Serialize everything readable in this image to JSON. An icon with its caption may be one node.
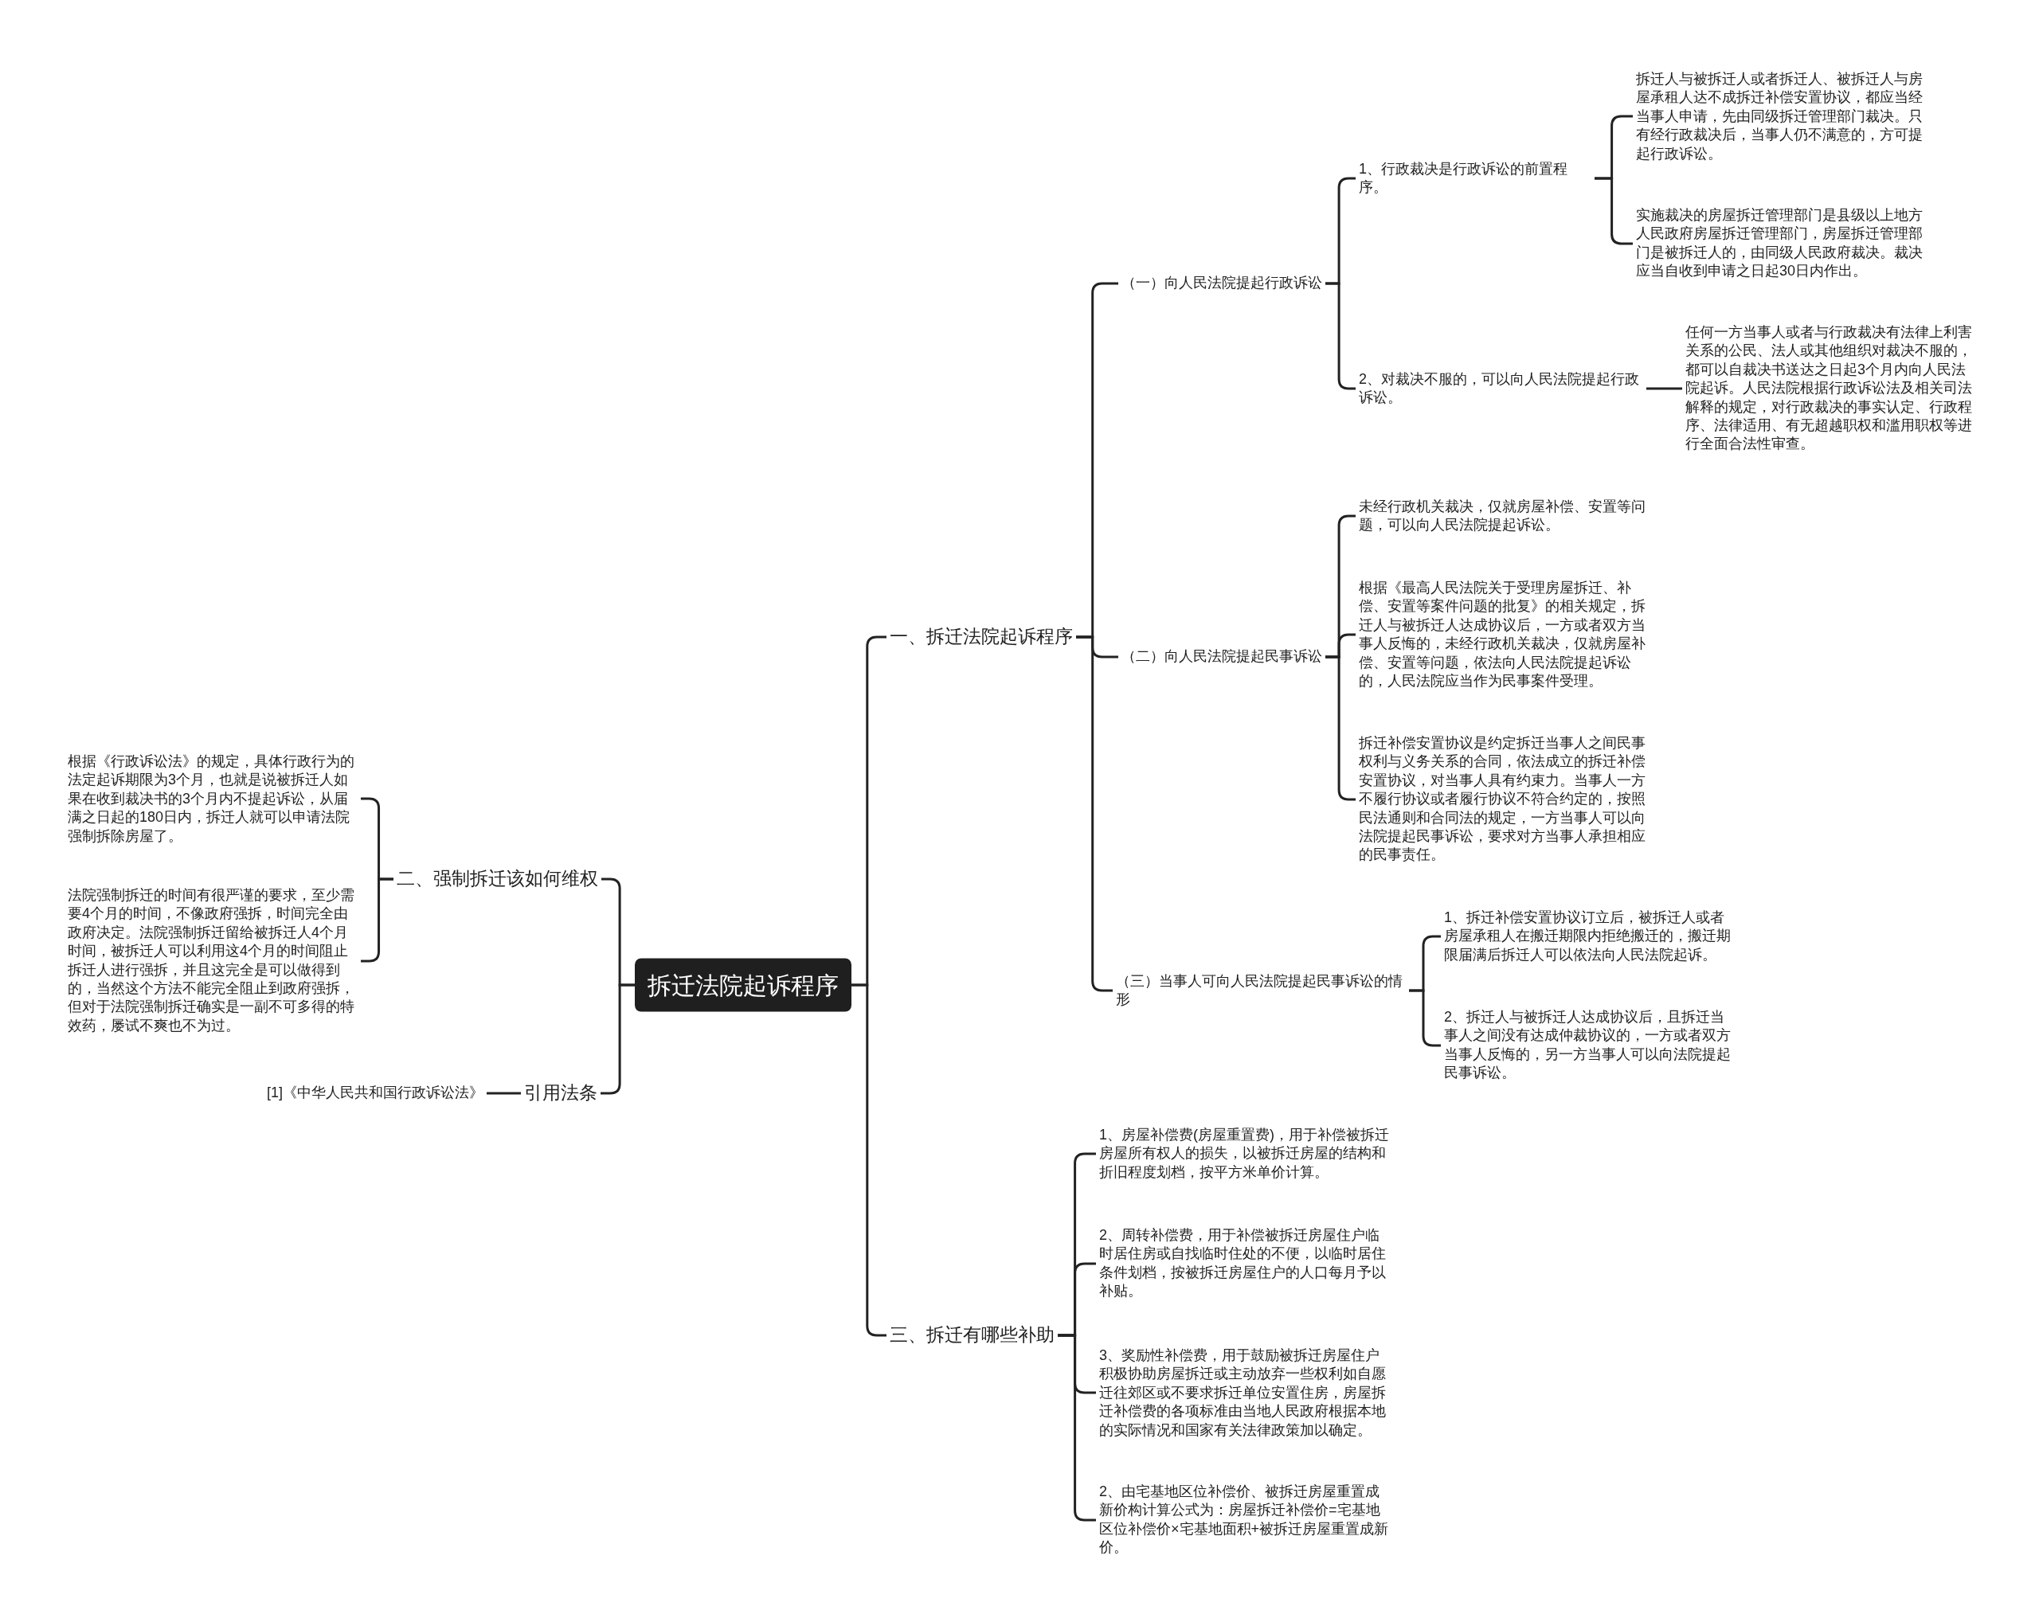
{
  "diagram": {
    "nodes": [
      {
        "text": [
          "拆迁法院起诉程序"
        ]
      },
      {
        "text": [
          "一、拆迁法院起诉程序"
        ]
      },
      {
        "text": [
          "（一）向人民法院提起行政诉讼"
        ]
      },
      {
        "text": [
          "1、行政裁决是行政诉讼的前置程序。"
        ]
      },
      {
        "text": [
          "拆迁人与被拆迁人或者拆迁人、被拆迁人与房屋承租人达不成拆迁补偿安置协议，都应当经当事人申请，先由同级拆迁管理部门裁决。只有经行政裁决后，当事人仍不满意的，方可提起行政诉讼。"
        ]
      },
      {
        "text": [
          "实施裁决的房屋拆迁管理部门是县级以上地方人民政府房屋拆迁管理部门，房屋拆迁管理部门是被拆迁人的，由同级人民政府裁决。裁决应当自收到申请之日起30日内作出。"
        ]
      },
      {
        "text": [
          "2、对裁决不服的，可以向人民法院提起行政诉讼。"
        ]
      },
      {
        "text": [
          "任何一方当事人或者与行政裁决有法律上利害关系的公民、法人或其他组织对裁决不服的，都可以自裁决书送达之日起3个月内向人民法院起诉。人民法院根据行政诉讼法及相关司法解释的规定，对行政裁决的事实认定、行政程序、法律适用、有无超越职权和滥用职权等进行全面合法性审查。"
        ]
      },
      {
        "text": [
          "（二）向人民法院提起民事诉讼"
        ]
      },
      {
        "text": [
          "未经行政机关裁决，仅就房屋补偿、安置等问题，可以向人民法院提起诉讼。"
        ]
      },
      {
        "text": [
          "根据《最高人民法院关于受理房屋拆迁、补偿、安置等案件问题的批复》的相关规定，拆迁人与被拆迁人达成协议后，一方或者双方当事人反悔的，未经行政机关裁决，仅就房屋补偿、安置等问题，依法向人民法院提起诉讼的，人民法院应当作为民事案件受理。"
        ]
      },
      {
        "text": [
          "拆迁补偿安置协议是约定拆迁当事人之间民事权利与义务关系的合同，依法成立的拆迁补偿安置协议，对当事人具有约束力。当事人一方不履行协议或者履行协议不符合约定的，按照民法通则和合同法的规定，一方当事人可以向法院提起民事诉讼，要求对方当事人承担相应的民事责任。"
        ]
      },
      {
        "text": [
          "（三）当事人可向人民法院提起民事诉讼的情形"
        ]
      },
      {
        "text": [
          "1、拆迁补偿安置协议订立后，被拆迁人或者房屋承租人在搬迁期限内拒绝搬迁的，搬迁期限届满后拆迁人可以依法向人民法院起诉。"
        ]
      },
      {
        "text": [
          "2、拆迁人与被拆迁人达成协议后，且拆迁当事人之间没有达成仲裁协议的，一方或者双方当事人反悔的，另一方当事人可以向法院提起民事诉讼。"
        ]
      },
      {
        "text": [
          "三、拆迁有哪些补助"
        ]
      },
      {
        "text": [
          "1、房屋补偿费(房屋重置费)，用于补偿被拆迁房屋所有权人的损失，以被拆迁房屋的结构和折旧程度划档，按平方米单价计算。"
        ]
      },
      {
        "text": [
          "2、周转补偿费，用于补偿被拆迁房屋住户临时居住房或自找临时住处的不便，以临时居住条件划档，按被拆迁房屋住户的人口每月予以补贴。"
        ]
      },
      {
        "text": [
          "3、奖励性补偿费，用于鼓励被拆迁房屋住户积极协助房屋拆迁或主动放弃一些权利如自愿迁往郊区或不要求拆迁单位安置住房，房屋拆迁补偿费的各项标准由当地人民政府根据本地的实际情况和国家有关法律政策加以确定。"
        ]
      },
      {
        "text": [
          "2、由宅基地区位补偿价、被拆迁房屋重置成新价构计算公式为：房屋拆迁补偿价=宅基地区位补偿价×宅基地面积+被拆迁房屋重置成新价。"
        ]
      },
      {
        "text": [
          "二、强制拆迁该如何维权"
        ]
      },
      {
        "text": [
          "根据《行政诉讼法》的规定，具体行政行为的法定起诉期限为3个月，也就是说被拆迁人如果在收到裁决书的3个月内不提起诉讼，从届满之日起的180日内，拆迁人就可以申请法院强制拆除房屋了。"
        ]
      },
      {
        "text": [
          "法院强制拆迁的时间有很严谨的要求，至少需要4个月的时间，不像政府强拆，时间完全由政府决定。法院强制拆迁留给被拆迁人4个月时间，被拆迁人可以利用这4个月的时间阻止拆迁人进行强拆，并且这完全是可以做得到的，当然这个方法不能完全阻止到政府强拆，但对于法院强制拆迁确实是一副不可多得的特效药，屡试不爽也不为过。"
        ]
      },
      {
        "text": [
          "引用法条"
        ]
      },
      {
        "text": [
          "[1]《中华人民共和国行政诉讼法》"
        ]
      }
    ],
    "edges": [
      {
        "from": 0,
        "to": 1,
        "arrow": "none"
      },
      {
        "from": 0,
        "to": 15,
        "arrow": "none"
      },
      {
        "from": 0,
        "to": 20,
        "arrow": "none"
      },
      {
        "from": 0,
        "to": 23,
        "arrow": "none"
      },
      {
        "from": 1,
        "to": 2,
        "arrow": "none"
      },
      {
        "from": 1,
        "to": 8,
        "arrow": "none"
      },
      {
        "from": 1,
        "to": 12,
        "arrow": "none"
      },
      {
        "from": 2,
        "to": 3,
        "arrow": "none"
      },
      {
        "from": 2,
        "to": 6,
        "arrow": "none"
      },
      {
        "from": 3,
        "to": 4,
        "arrow": "none"
      },
      {
        "from": 3,
        "to": 5,
        "arrow": "none"
      },
      {
        "from": 6,
        "to": 7,
        "arrow": "none"
      },
      {
        "from": 8,
        "to": 9,
        "arrow": "none"
      },
      {
        "from": 8,
        "to": 10,
        "arrow": "none"
      },
      {
        "from": 8,
        "to": 11,
        "arrow": "none"
      },
      {
        "from": 12,
        "to": 13,
        "arrow": "none"
      },
      {
        "from": 12,
        "to": 14,
        "arrow": "none"
      },
      {
        "from": 15,
        "to": 16,
        "arrow": "none"
      },
      {
        "from": 15,
        "to": 17,
        "arrow": "none"
      },
      {
        "from": 15,
        "to": 18,
        "arrow": "none"
      },
      {
        "from": 15,
        "to": 19,
        "arrow": "none"
      },
      {
        "from": 20,
        "to": 21,
        "arrow": "none"
      },
      {
        "from": 20,
        "to": 22,
        "arrow": "none"
      },
      {
        "from": 23,
        "to": 24,
        "arrow": "none"
      }
    ]
  }
}
